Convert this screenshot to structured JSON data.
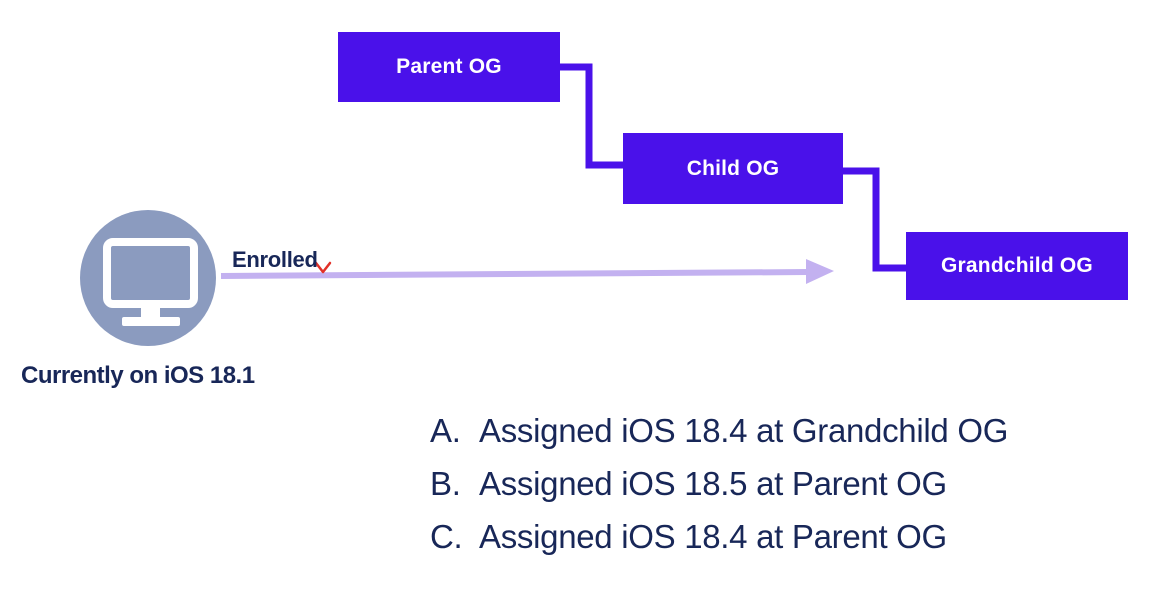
{
  "diagram": {
    "nodes": [
      {
        "id": "parent",
        "label": "Parent OG"
      },
      {
        "id": "child",
        "label": "Child OG"
      },
      {
        "id": "grandchild",
        "label": "Grandchild OG"
      }
    ],
    "connections": [
      {
        "from": "parent",
        "to": "child"
      },
      {
        "from": "child",
        "to": "grandchild"
      }
    ],
    "device": {
      "caption": "Currently on iOS 18.1",
      "icon": "desktop-monitor-icon",
      "enrollment": {
        "label": "Enrolled",
        "target": "Grandchild OG",
        "annotation_icon": "red-check-caret-icon"
      }
    }
  },
  "options": {
    "items": [
      {
        "letter": "A.",
        "text": "Assigned iOS 18.4 at Grandchild OG"
      },
      {
        "letter": "B.",
        "text": "Assigned iOS 18.5 at Parent OG"
      },
      {
        "letter": "C.",
        "text": "Assigned iOS 18.4 at Parent OG"
      }
    ]
  },
  "theme": {
    "purple": "#4A11EA",
    "navy": "#182758",
    "lavender": "#C3B1F0",
    "device-gray": "#8B9BBF",
    "red": "#E23128",
    "bg": "#FFFFFF"
  }
}
